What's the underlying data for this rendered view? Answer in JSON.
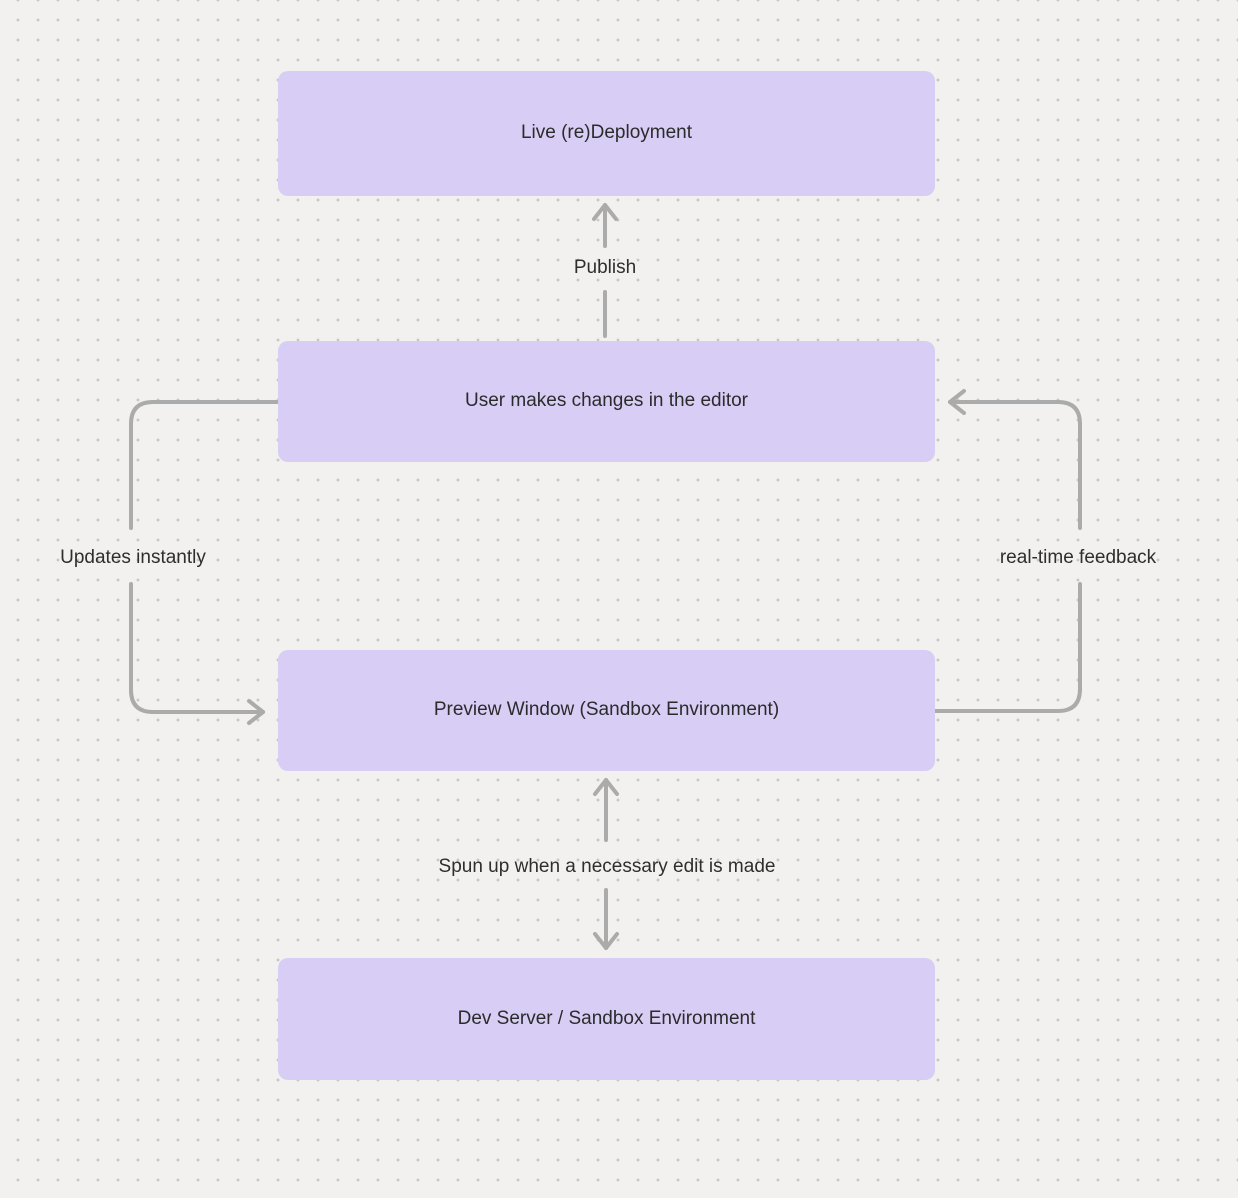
{
  "canvas": {
    "background_color": "#f2f1ef",
    "dot_color": "#c7c7c5",
    "node_fill_color": "#d8cdf4",
    "arrow_color": "#ababab",
    "text_color": "#2b2b2b"
  },
  "nodes": [
    {
      "id": "live-redeployment",
      "label": "Live (re)Deployment"
    },
    {
      "id": "user-edits",
      "label": "User makes changes in the editor"
    },
    {
      "id": "preview-window",
      "label": "Preview Window (Sandbox Environment)"
    },
    {
      "id": "dev-server",
      "label": "Dev Server / Sandbox Environment"
    }
  ],
  "edges": [
    {
      "id": "publish",
      "label": "Publish",
      "from": "user-edits",
      "to": "live-redeployment",
      "direction": "up"
    },
    {
      "id": "updates-instantly",
      "label": "Updates instantly",
      "from": "user-edits",
      "to": "preview-window",
      "direction": "left-loop"
    },
    {
      "id": "realtime-feedback",
      "label": "real-time feedback",
      "from": "preview-window",
      "to": "user-edits",
      "direction": "right-loop"
    },
    {
      "id": "spun-up",
      "label": "Spun up when a necessary edit is made",
      "from": "preview-window",
      "to": "dev-server",
      "bidirectional": true
    }
  ]
}
